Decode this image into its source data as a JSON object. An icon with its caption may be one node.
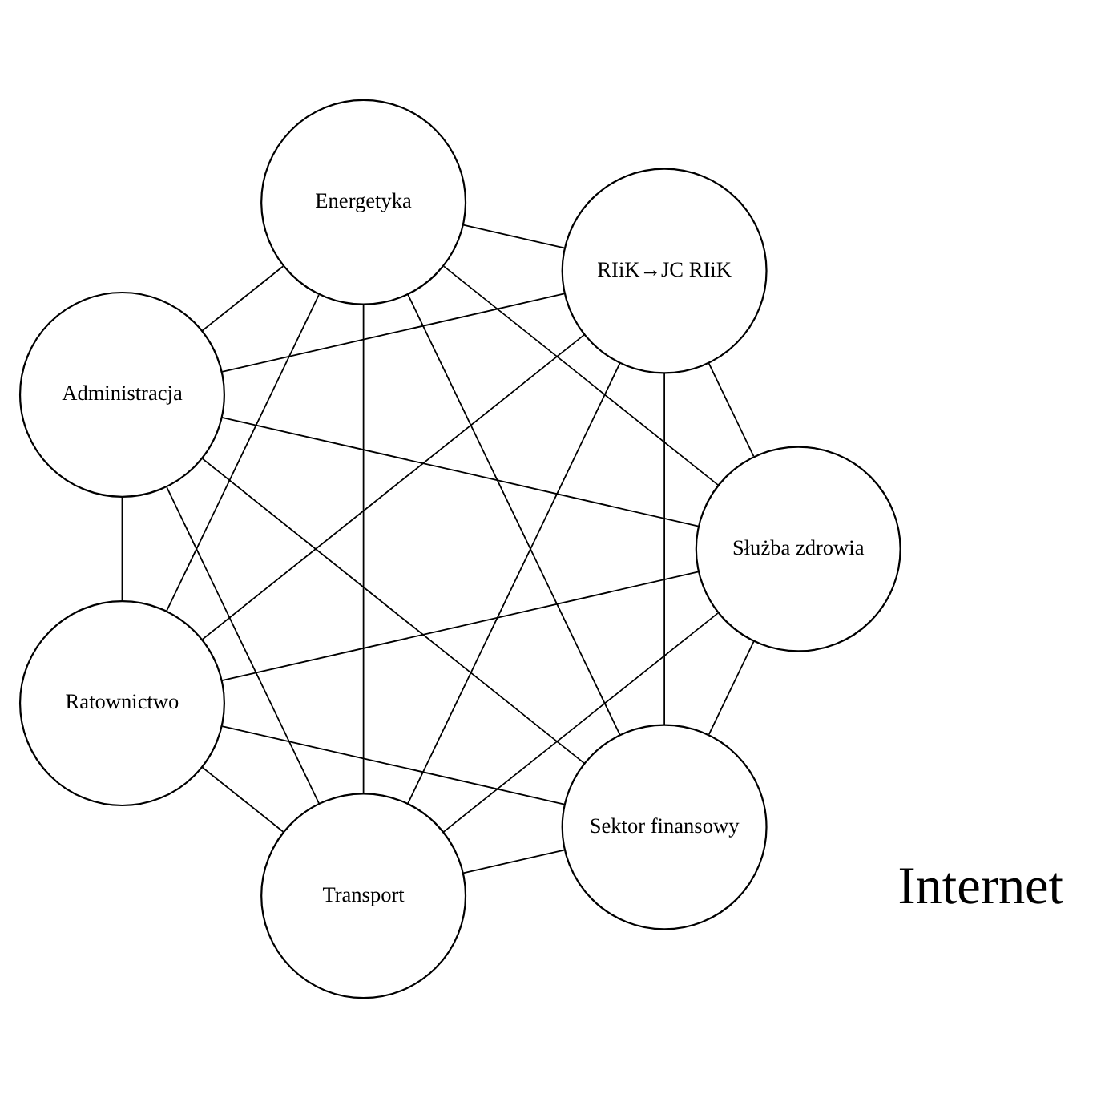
{
  "diagram": {
    "nodes": [
      {
        "text": [
          "Sektor finansowy"
        ]
      },
      {
        "text": [
          "Transport"
        ]
      },
      {
        "text": [
          "Służba zdrowia"
        ]
      },
      {
        "text": [
          "RIiK→JC RIiK"
        ]
      },
      {
        "text": [
          "Ratownictwo"
        ]
      },
      {
        "text": [
          "Energetyka"
        ]
      },
      {
        "text": [
          "Administracja"
        ]
      }
    ],
    "edges": [
      {
        "from": 0,
        "to": 1,
        "arrow": "none"
      },
      {
        "from": 0,
        "to": 2,
        "arrow": "none"
      },
      {
        "from": 0,
        "to": 3,
        "arrow": "none"
      },
      {
        "from": 0,
        "to": 4,
        "arrow": "none"
      },
      {
        "from": 0,
        "to": 5,
        "arrow": "none"
      },
      {
        "from": 0,
        "to": 6,
        "arrow": "none"
      },
      {
        "from": 1,
        "to": 2,
        "arrow": "none"
      },
      {
        "from": 1,
        "to": 3,
        "arrow": "none"
      },
      {
        "from": 1,
        "to": 4,
        "arrow": "none"
      },
      {
        "from": 1,
        "to": 5,
        "arrow": "none"
      },
      {
        "from": 1,
        "to": 6,
        "arrow": "none"
      },
      {
        "from": 2,
        "to": 3,
        "arrow": "none"
      },
      {
        "from": 2,
        "to": 4,
        "arrow": "none"
      },
      {
        "from": 2,
        "to": 5,
        "arrow": "none"
      },
      {
        "from": 2,
        "to": 6,
        "arrow": "none"
      },
      {
        "from": 3,
        "to": 4,
        "arrow": "none"
      },
      {
        "from": 3,
        "to": 5,
        "arrow": "none"
      },
      {
        "from": 3,
        "to": 6,
        "arrow": "none"
      },
      {
        "from": 4,
        "to": 5,
        "arrow": "none"
      },
      {
        "from": 4,
        "to": 6,
        "arrow": "none"
      },
      {
        "from": 5,
        "to": 6,
        "arrow": "none"
      }
    ],
    "labels": [
      "Internet"
    ]
  }
}
